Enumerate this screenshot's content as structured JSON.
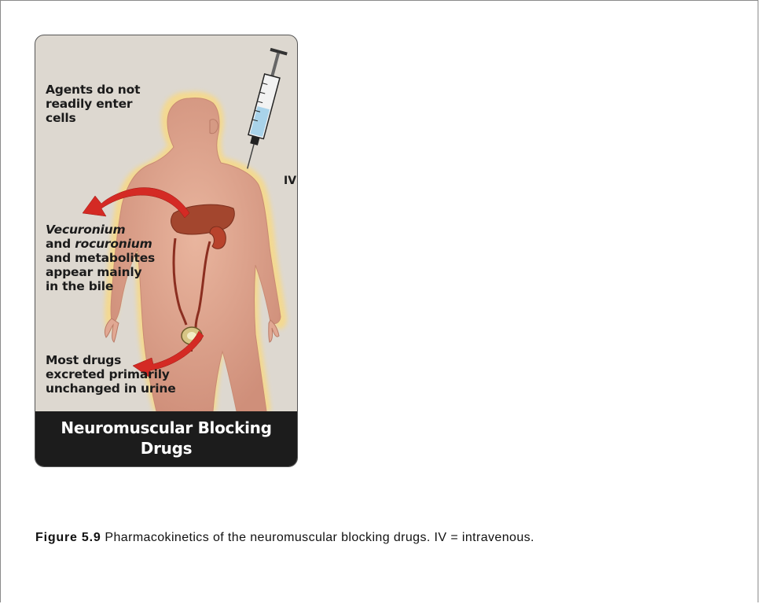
{
  "figure": {
    "annotations": {
      "cells": "Agents do not\nreadily enter\ncells",
      "bile_line1": "Vecuronium",
      "bile_line2_a": "and ",
      "bile_line2_b": "rocuronium",
      "bile_rest": "and  metabolites\nappear mainly\nin the bile",
      "urine": "Most drugs\nexcreted primarily\nunchanged in urine"
    },
    "iv_label": "IV",
    "banner_title": "Neuromuscular Blocking\nDrugs",
    "icons": [
      "syringe-icon",
      "human-body-icon",
      "liver-icon",
      "kidney-icon",
      "bladder-icon",
      "red-arrow-icon"
    ]
  },
  "caption": {
    "label": "Figure 5.9",
    "text": " Pharmacokinetics of the neuromuscular blocking drugs. IV = intravenous."
  }
}
